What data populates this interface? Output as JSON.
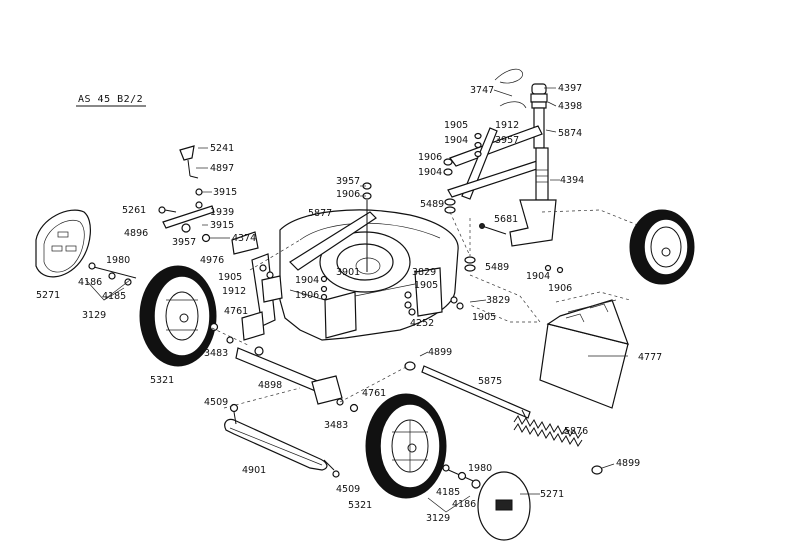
{
  "model": "AS 45 B2/2",
  "labels": [
    {
      "id": "l3747",
      "text": "3747"
    },
    {
      "id": "l4397",
      "text": "4397"
    },
    {
      "id": "l4398",
      "text": "4398"
    },
    {
      "id": "l5874",
      "text": "5874"
    },
    {
      "id": "l1905a",
      "text": "1905"
    },
    {
      "id": "l1912a",
      "text": "1912"
    },
    {
      "id": "l1904a",
      "text": "1904"
    },
    {
      "id": "l3957a",
      "text": "3957"
    },
    {
      "id": "l1906a",
      "text": "1906"
    },
    {
      "id": "l1904b",
      "text": "1904"
    },
    {
      "id": "l4394",
      "text": "4394"
    },
    {
      "id": "l5489a",
      "text": "5489"
    },
    {
      "id": "l5681",
      "text": "5681"
    },
    {
      "id": "l5489b",
      "text": "5489"
    },
    {
      "id": "l1904c",
      "text": "1904"
    },
    {
      "id": "l1906b",
      "text": "1906"
    },
    {
      "id": "l5241",
      "text": "5241"
    },
    {
      "id": "l4897",
      "text": "4897"
    },
    {
      "id": "l3915a",
      "text": "3915"
    },
    {
      "id": "l5261",
      "text": "5261"
    },
    {
      "id": "l1939",
      "text": "1939"
    },
    {
      "id": "l3915b",
      "text": "3915"
    },
    {
      "id": "l4896",
      "text": "4896"
    },
    {
      "id": "l3957b",
      "text": "3957"
    },
    {
      "id": "l4374",
      "text": "4374"
    },
    {
      "id": "l3957c",
      "text": "3957"
    },
    {
      "id": "l1906c",
      "text": "1906"
    },
    {
      "id": "l5877",
      "text": "5877"
    },
    {
      "id": "l4976",
      "text": "4976"
    },
    {
      "id": "l1905b",
      "text": "1905"
    },
    {
      "id": "l1912b",
      "text": "1912"
    },
    {
      "id": "l1904d",
      "text": "1904"
    },
    {
      "id": "l3901",
      "text": "3901"
    },
    {
      "id": "l1906d",
      "text": "1906"
    },
    {
      "id": "l3829a",
      "text": "3829"
    },
    {
      "id": "l1905c",
      "text": "1905"
    },
    {
      "id": "l3829b",
      "text": "3829"
    },
    {
      "id": "l4252",
      "text": "4252"
    },
    {
      "id": "l1905d",
      "text": "1905"
    },
    {
      "id": "l1980a",
      "text": "1980"
    },
    {
      "id": "l4186a",
      "text": "4186"
    },
    {
      "id": "l4185a",
      "text": "4185"
    },
    {
      "id": "l5271a",
      "text": "5271"
    },
    {
      "id": "l3129a",
      "text": "3129"
    },
    {
      "id": "l4761a",
      "text": "4761"
    },
    {
      "id": "l3483a",
      "text": "3483"
    },
    {
      "id": "l5321a",
      "text": "5321"
    },
    {
      "id": "l4898",
      "text": "4898"
    },
    {
      "id": "l4899a",
      "text": "4899"
    },
    {
      "id": "l5875",
      "text": "5875"
    },
    {
      "id": "l4777",
      "text": "4777"
    },
    {
      "id": "l4509a",
      "text": "4509"
    },
    {
      "id": "l4761b",
      "text": "4761"
    },
    {
      "id": "l3483b",
      "text": "3483"
    },
    {
      "id": "l4901",
      "text": "4901"
    },
    {
      "id": "l5876",
      "text": "5876"
    },
    {
      "id": "l4899b",
      "text": "4899"
    },
    {
      "id": "l1980b",
      "text": "1980"
    },
    {
      "id": "l4509b",
      "text": "4509"
    },
    {
      "id": "l4185b",
      "text": "4185"
    },
    {
      "id": "l4186b",
      "text": "4186"
    },
    {
      "id": "l5271b",
      "text": "5271"
    },
    {
      "id": "l5321b",
      "text": "5321"
    },
    {
      "id": "l3129b",
      "text": "3129"
    }
  ]
}
